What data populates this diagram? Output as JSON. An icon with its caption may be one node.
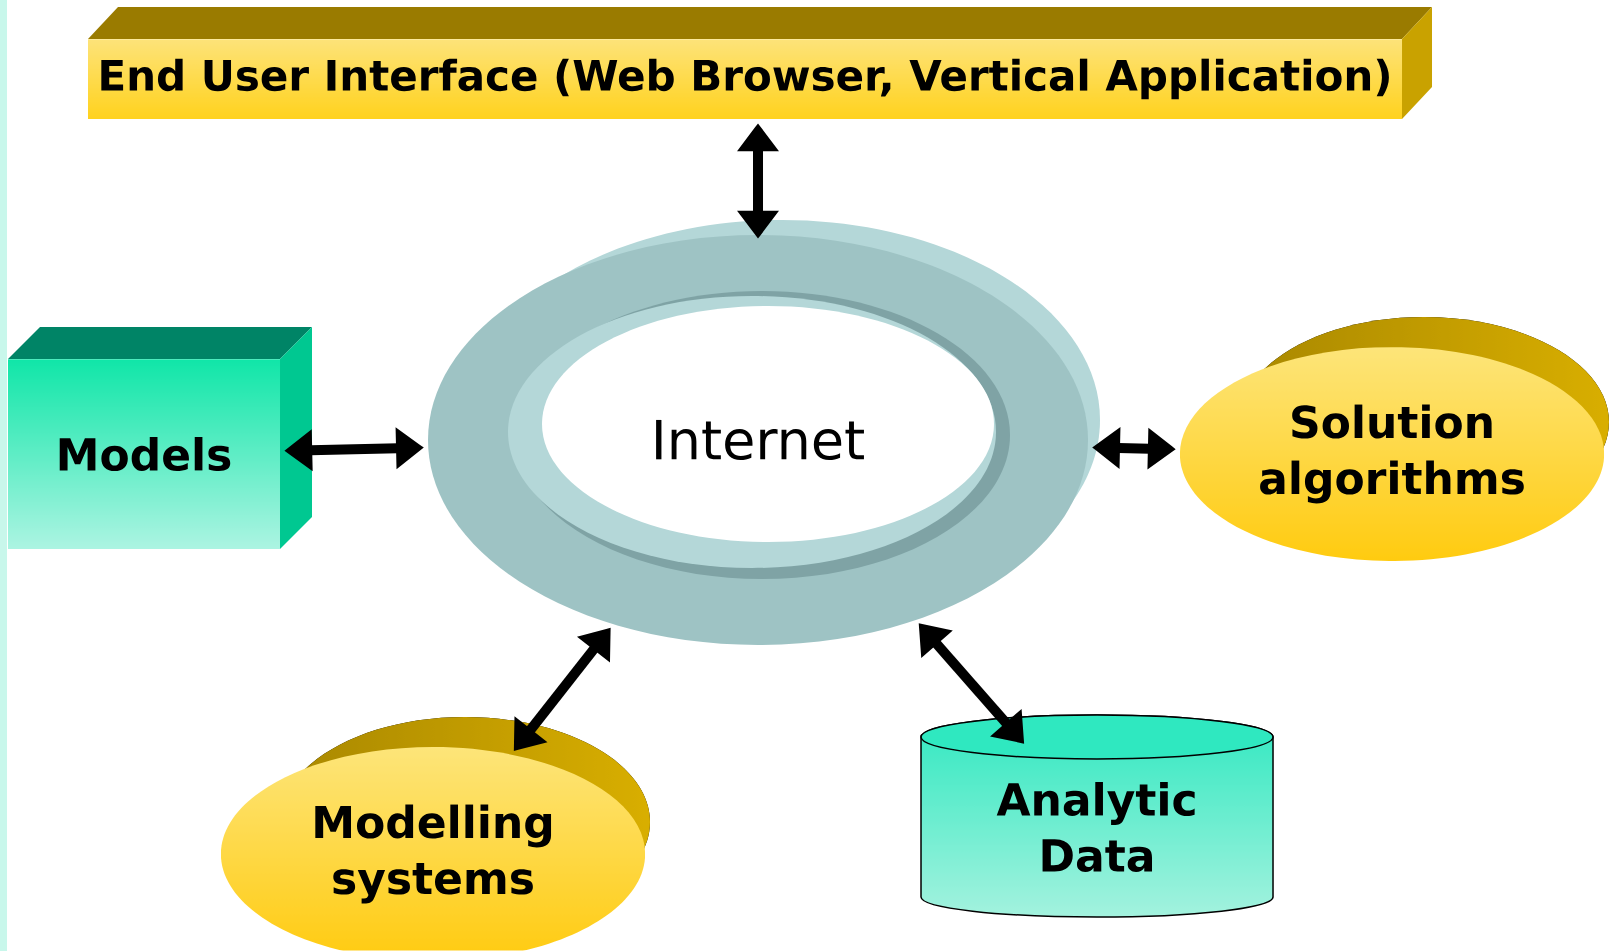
{
  "diagram": {
    "nodes": [
      {
        "text": [
          "End User Interface (Web Browser, Vertical Application)"
        ]
      },
      {
        "text": [
          "Models"
        ]
      },
      {
        "text": [
          "Internet"
        ]
      },
      {
        "text": [
          "Solution algorithms"
        ]
      },
      {
        "text": [
          "Modelling systems"
        ]
      },
      {
        "text": [
          "Analytic Data"
        ]
      }
    ],
    "edges": [
      {
        "from": 0,
        "to": 2,
        "arrow": "both"
      },
      {
        "from": 1,
        "to": 2,
        "arrow": "both"
      },
      {
        "from": 2,
        "to": 3,
        "arrow": "both"
      },
      {
        "from": 4,
        "to": 2,
        "arrow": "both"
      },
      {
        "from": 2,
        "to": 5,
        "arrow": "both"
      }
    ]
  }
}
